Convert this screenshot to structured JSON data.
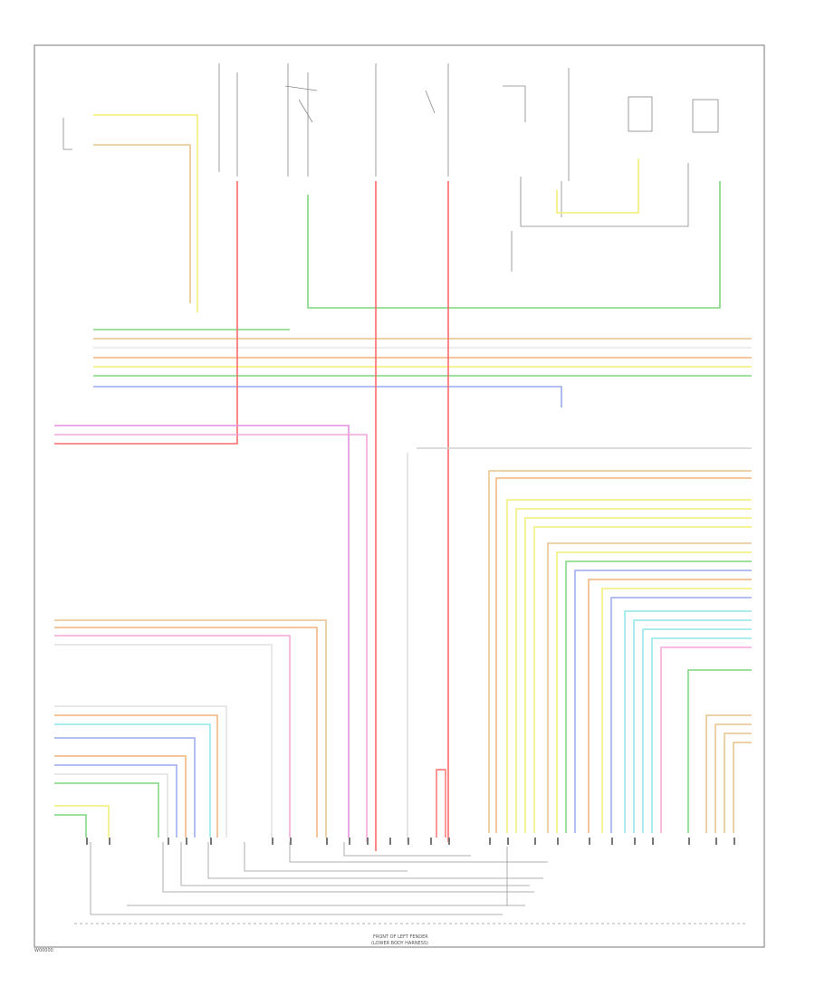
{
  "figure_code": "W00000",
  "bottom_caption": {
    "line1": "FRONT OF LEFT FENDER",
    "line2": "(LOWER BODY HARNESS)"
  },
  "wire_colors": {
    "red": "#ff6b6b",
    "pink": "#f6a6d8",
    "magenta": "#e48fe0",
    "yellow": "#f4ee76",
    "tan": "#e8c48a",
    "orange": "#f2b37a",
    "green": "#7fd67f",
    "blue": "#9aa8ee",
    "cyan": "#8fe6ea",
    "gray": "#9a9a9a",
    "black": "#444444",
    "light": "#d9d9d9"
  }
}
